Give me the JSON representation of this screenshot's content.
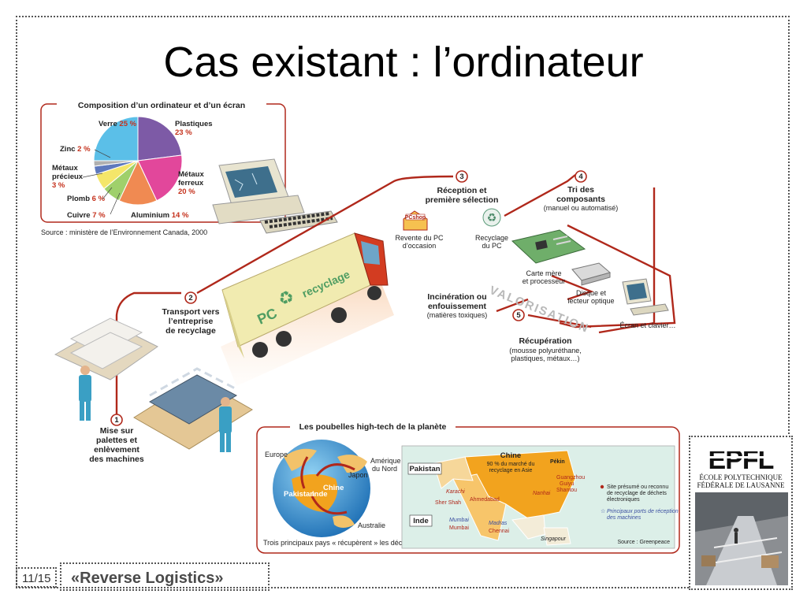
{
  "slide": {
    "title": "Cas existant : l’ordinateur",
    "page_number": "11/15",
    "footer": "«Reverse Logistics»"
  },
  "composition": {
    "title": "Composition d’un ordinateur et d’un écran",
    "source": "Source : ministère de l’Environnement Canada, 2000",
    "slices": [
      {
        "label": "Verre",
        "value": 25,
        "value_text": "25 %",
        "color": "#5bbfe8"
      },
      {
        "label": "Plastiques",
        "value": 23,
        "value_text": "23 %",
        "color": "#7d5aa6"
      },
      {
        "label": "Métaux ferreux",
        "label_line1": "Métaux",
        "label_line2": "ferreux",
        "value": 20,
        "value_text": "20 %",
        "color": "#e2479b"
      },
      {
        "label": "Aluminium",
        "value": 14,
        "value_text": "14 %",
        "color": "#f08a52"
      },
      {
        "label": "Cuivre",
        "value": 7,
        "value_text": "7 %",
        "color": "#9fd06b"
      },
      {
        "label": "Plomb",
        "value": 6,
        "value_text": "6 %",
        "color": "#f4e66a"
      },
      {
        "label": "Métaux précieux",
        "label_line1": "Métaux",
        "label_line2": "précieux",
        "value": 3,
        "value_text": "3 %",
        "color": "#5e79bd"
      },
      {
        "label": "Zinc",
        "value": 2,
        "value_text": "2 %",
        "color": "#b0b0b0"
      }
    ]
  },
  "process": {
    "step1": {
      "num": "1",
      "lines": [
        "Mise sur",
        "palettes et",
        "enlèvement",
        "des machines"
      ]
    },
    "step2": {
      "num": "2",
      "lines": [
        "Transport vers",
        "l’entreprise",
        "de recyclage"
      ]
    },
    "step3": {
      "num": "3",
      "lines": [
        "Réception et",
        "première sélection"
      ]
    },
    "step4": {
      "num": "4",
      "lines": [
        "Tri des",
        "composants"
      ],
      "sub": "(manuel ou automatisé)"
    },
    "step5": {
      "num": "5"
    },
    "pcshop": "PCshop",
    "revente": [
      "Revente du PC",
      "d’occasion"
    ],
    "recyclage_pc": [
      "Recyclage",
      "du PC"
    ],
    "truck_pc": "PC",
    "truck_recyclage": "recyclage",
    "carte_mere": [
      "Carte mère",
      "et processeur"
    ],
    "disque": [
      "Disque et",
      "lecteur optique"
    ],
    "ecran": "Écran et clavier…",
    "valorisation": "VALORISATION",
    "incineration": [
      "Incinération ou",
      "enfouissement"
    ],
    "incineration_sub": "(matières toxiques)",
    "recuperation": "Récupération",
    "recuperation_sub": [
      "(mousse polyuréthane,",
      "plastiques, métaux…)"
    ]
  },
  "poubelles": {
    "title": "Les poubelles high-tech de la planète",
    "globe_labels": {
      "europe": "Europe",
      "amerique": [
        "Amérique",
        "du Nord"
      ],
      "japon": "Japon",
      "chine": "Chine",
      "pakistan": "Pakistan",
      "inde": "Inde",
      "australie": "Australie"
    },
    "caption": "Trois principaux pays « récupèrent » les déchets",
    "map": {
      "chine_title": "Chine",
      "chine_sub": [
        "90 % du marché du",
        "recyclage en Asie"
      ],
      "pakistan": "Pakistan",
      "inde": "Inde",
      "cities": [
        "Pékin",
        "Karachi",
        "Sher Shah",
        "Ahmedabad",
        "Mumbai",
        "Mumbai",
        "Madras",
        "Chennai",
        "Nanhai",
        "Guangzhou",
        "Guiyu",
        "Shantou",
        "Singapour"
      ],
      "legend_site": [
        "Site présumé ou reconnu",
        "de recyclage de déchets",
        "électroniques"
      ],
      "legend_ports": [
        "Principaux ports de réception",
        "des machines"
      ],
      "source": "Source : Greenpeace"
    }
  },
  "logo": {
    "mark": "EPFL",
    "line1": "ÉCOLE POLYTECHNIQUE",
    "line2": "FÉDÉRALE DE LAUSANNE"
  },
  "colors": {
    "accent_red": "#c5311c",
    "flow_red": "#b0281b",
    "truck_body": "#f1ebb0",
    "china_orange": "#f2a31e",
    "india_orange": "#f7c56a"
  }
}
